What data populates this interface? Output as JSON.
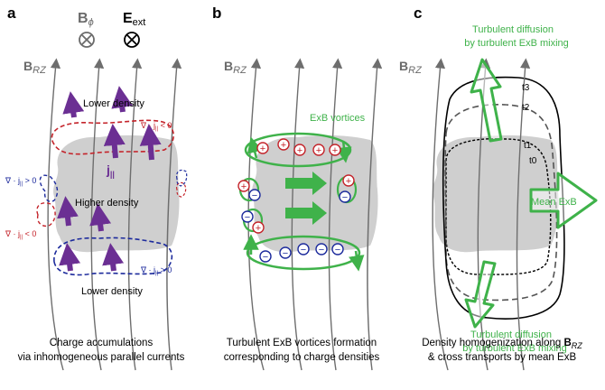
{
  "panels": {
    "a": {
      "letter": "a",
      "b_phi_label": "B",
      "b_phi_sub": "ϕ",
      "e_ext_label": "E",
      "e_ext_sub": "ext",
      "brz_label": "B",
      "brz_sub": "RZ",
      "lower_density_top": "Lower density",
      "higher_density": "Higher density",
      "lower_density_bottom": "Lower density",
      "j_par": "j",
      "j_par_sub": "||",
      "div_neg_top": "∇ · j",
      "div_neg_top_tail": " < 0",
      "div_pos_left": "∇ · j",
      "div_pos_left_tail": " > 0",
      "div_neg_left": "∇ · j",
      "div_neg_left_tail": " < 0",
      "div_pos_bottom": "∇ · j",
      "div_pos_bottom_tail": " > 0",
      "par_sub": "||",
      "caption_line1": "Charge accumulations",
      "caption_line2": "via inhomogeneous parallel currents"
    },
    "b": {
      "letter": "b",
      "brz_label": "B",
      "brz_sub": "RZ",
      "exb_vortices": "ExB vortices",
      "plus": "+",
      "minus": "−",
      "caption_line1": "Turbulent ExB vortices formation",
      "caption_line2": "corresponding to charge densities"
    },
    "c": {
      "letter": "c",
      "brz_label": "B",
      "brz_sub": "RZ",
      "turb_top_line1": "Turbulent diffusion",
      "turb_top_line2": "by turbulent ExB mixing",
      "turb_bottom_line1": "Turbulent diffusion",
      "turb_bottom_line2": "by turbulent ExB mixing",
      "mean_exb": "Mean ExB",
      "t0": "t0",
      "t1": "t1",
      "t2": "t2",
      "t3": "t3",
      "caption_line1": "Density homogenization along ",
      "caption_line1_b": "B",
      "caption_line1_sub": "RZ",
      "caption_line2": "& cross transports by mean ExB"
    }
  },
  "colors": {
    "field_line": "#6e6e6e",
    "blob": "#cfcfcf",
    "green": "#3fb24a",
    "purple": "#6b2f93",
    "red": "#c4232a",
    "blue": "#1c2a9c"
  }
}
